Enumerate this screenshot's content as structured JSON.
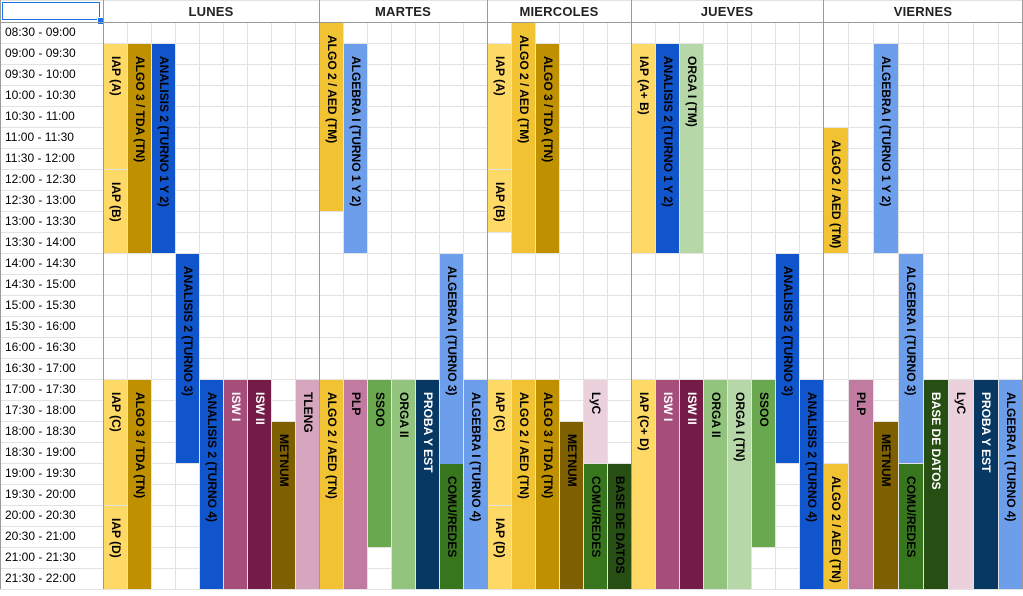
{
  "name_box_value": "",
  "days": [
    {
      "label": "LUNES"
    },
    {
      "label": "MARTES"
    },
    {
      "label": "MIERCOLES"
    },
    {
      "label": "JUEVES"
    },
    {
      "label": "VIERNES"
    }
  ],
  "times": [
    "08:30 - 09:00",
    "09:00 - 09:30",
    "09:30 - 10:00",
    "10:00 - 10:30",
    "10:30 - 11:00",
    "11:00 - 11:30",
    "11:30 - 12:00",
    "12:00 - 12:30",
    "12:30 - 13:00",
    "13:00 - 13:30",
    "13:30 - 14:00",
    "14:00 - 14:30",
    "14:30 - 15:00",
    "15:00 - 15:30",
    "15:30 - 16:00",
    "16:00 - 16:30",
    "16:30 - 17:00",
    "17:00 - 17:30",
    "17:30 - 18:00",
    "18:00 - 18:30",
    "18:30 - 19:00",
    "19:00 - 19:30",
    "19:30 - 20:00",
    "20:00 - 20:30",
    "20:30 - 21:00",
    "21:00 - 21:30",
    "21:30 - 22:00"
  ],
  "colors": {
    "iap": "#ffd966",
    "algo3": "#bf9000",
    "analisis": "#1155cc",
    "algo2": "#f1c232",
    "algebra": "#6d9eeb",
    "orga1": "#b6d7a8",
    "isw1": "#a64d79",
    "isw2": "#741b47",
    "metnum": "#7f6000",
    "tleng": "#d5a6bd",
    "plp": "#c27ba0",
    "sso": "#6aa84f",
    "orga2": "#93c47d",
    "proba": "#073763",
    "comu": "#38761d",
    "lyc": "#ead1dc",
    "bd": "#274e13",
    "text_dark": "#000000",
    "text_light": "#ffffff"
  },
  "blocks": [
    {
      "day": 0,
      "col": 0,
      "start": 1,
      "end": 7,
      "label": "IAP (A)",
      "color": "iap",
      "text": "text_dark"
    },
    {
      "day": 0,
      "col": 0,
      "start": 7,
      "end": 11,
      "label": "IAP (B)",
      "color": "iap",
      "text": "text_dark"
    },
    {
      "day": 0,
      "col": 1,
      "start": 1,
      "end": 11,
      "label": "ALGO 3 / TDA (TN)",
      "color": "algo3",
      "text": "text_dark"
    },
    {
      "day": 0,
      "col": 2,
      "start": 1,
      "end": 11,
      "label": "ANALISIS 2 (TURNO 1 Y 2)",
      "color": "analisis",
      "text": "text_dark"
    },
    {
      "day": 0,
      "col": 3,
      "start": 11,
      "end": 21,
      "label": "ANALISIS 2 (TURNO 3)",
      "color": "analisis",
      "text": "text_dark"
    },
    {
      "day": 0,
      "col": 0,
      "start": 17,
      "end": 23,
      "label": "IAP (C)",
      "color": "iap",
      "text": "text_dark"
    },
    {
      "day": 0,
      "col": 0,
      "start": 23,
      "end": 27,
      "label": "IAP (D)",
      "color": "iap",
      "text": "text_dark"
    },
    {
      "day": 0,
      "col": 1,
      "start": 17,
      "end": 27,
      "label": "ALGO 3 / TDA (TN)",
      "color": "algo3",
      "text": "text_dark"
    },
    {
      "day": 0,
      "col": 4,
      "start": 17,
      "end": 27,
      "label": "ANALISIS 2 (TURNO 4)",
      "color": "analisis",
      "text": "text_dark"
    },
    {
      "day": 0,
      "col": 5,
      "start": 17,
      "end": 27,
      "label": "ISW I",
      "color": "isw1",
      "text": "text_light"
    },
    {
      "day": 0,
      "col": 6,
      "start": 17,
      "end": 27,
      "label": "ISW II",
      "color": "isw2",
      "text": "text_light"
    },
    {
      "day": 0,
      "col": 7,
      "start": 19,
      "end": 27,
      "label": "METNUM",
      "color": "metnum",
      "text": "text_dark"
    },
    {
      "day": 0,
      "col": 8,
      "start": 17,
      "end": 27,
      "label": "TLENG",
      "color": "tleng",
      "text": "text_dark"
    },
    {
      "day": 1,
      "col": 0,
      "start": 0,
      "end": 9,
      "label": "ALGO 2 / AED (TM)",
      "color": "algo2",
      "text": "text_dark"
    },
    {
      "day": 1,
      "col": 1,
      "start": 1,
      "end": 11,
      "label": "ALGEBRA I (TURNO 1 Y 2)",
      "color": "algebra",
      "text": "text_dark"
    },
    {
      "day": 1,
      "col": 5,
      "start": 11,
      "end": 27,
      "label": "ALGEBRA I (TURNO 3)",
      "color": "algebra",
      "text": "text_dark"
    },
    {
      "day": 1,
      "col": 0,
      "start": 17,
      "end": 27,
      "label": "ALGO 2 / AED (TN)",
      "color": "algo2",
      "text": "text_dark"
    },
    {
      "day": 1,
      "col": 1,
      "start": 17,
      "end": 27,
      "label": "PLP",
      "color": "plp",
      "text": "text_dark"
    },
    {
      "day": 1,
      "col": 2,
      "start": 17,
      "end": 25,
      "label": "SSOO",
      "color": "sso",
      "text": "text_dark"
    },
    {
      "day": 1,
      "col": 3,
      "start": 17,
      "end": 27,
      "label": "ORGA II",
      "color": "orga2",
      "text": "text_dark"
    },
    {
      "day": 1,
      "col": 4,
      "start": 17,
      "end": 27,
      "label": "PROBA Y EST",
      "color": "proba",
      "text": "text_light"
    },
    {
      "day": 1,
      "col": 5,
      "start": 21,
      "end": 27,
      "label": "COMU/REDES",
      "color": "comu",
      "text": "text_dark"
    },
    {
      "day": 1,
      "col": 6,
      "start": 17,
      "end": 27,
      "label": "ALGEBRA I (TURNO 4)",
      "color": "algebra",
      "text": "text_dark"
    },
    {
      "day": 2,
      "col": 0,
      "start": 1,
      "end": 7,
      "label": "IAP (A)",
      "color": "iap",
      "text": "text_dark"
    },
    {
      "day": 2,
      "col": 0,
      "start": 7,
      "end": 10,
      "label": "IAP (B)",
      "color": "iap",
      "text": "text_dark"
    },
    {
      "day": 2,
      "col": 1,
      "start": 0,
      "end": 11,
      "label": "ALGO 2 / AED (TM)",
      "color": "algo2",
      "text": "text_dark"
    },
    {
      "day": 2,
      "col": 2,
      "start": 1,
      "end": 11,
      "label": "ALGO 3 / TDA (TN)",
      "color": "algo3",
      "text": "text_dark"
    },
    {
      "day": 2,
      "col": 0,
      "start": 17,
      "end": 23,
      "label": "IAP (C)",
      "color": "iap",
      "text": "text_dark"
    },
    {
      "day": 2,
      "col": 0,
      "start": 23,
      "end": 27,
      "label": "IAP (D)",
      "color": "iap",
      "text": "text_dark"
    },
    {
      "day": 2,
      "col": 1,
      "start": 17,
      "end": 27,
      "label": "ALGO 2 / AED (TN)",
      "color": "algo2",
      "text": "text_dark"
    },
    {
      "day": 2,
      "col": 2,
      "start": 17,
      "end": 27,
      "label": "ALGO 3 / TDA (TN)",
      "color": "algo3",
      "text": "text_dark"
    },
    {
      "day": 2,
      "col": 3,
      "start": 19,
      "end": 27,
      "label": "METNUM",
      "color": "metnum",
      "text": "text_dark"
    },
    {
      "day": 2,
      "col": 4,
      "start": 17,
      "end": 21,
      "label": "LyC",
      "color": "lyc",
      "text": "text_dark"
    },
    {
      "day": 2,
      "col": 4,
      "start": 21,
      "end": 27,
      "label": "COMU/REDES",
      "color": "comu",
      "text": "text_dark"
    },
    {
      "day": 2,
      "col": 5,
      "start": 21,
      "end": 27,
      "label": "BASE DE DATOS",
      "color": "bd",
      "text": "text_dark"
    },
    {
      "day": 3,
      "col": 0,
      "start": 1,
      "end": 11,
      "label": "IAP (A+ B)",
      "color": "iap",
      "text": "text_dark"
    },
    {
      "day": 3,
      "col": 1,
      "start": 1,
      "end": 11,
      "label": "ANALISIS 2 (TURNO 1 Y 2)",
      "color": "analisis",
      "text": "text_dark"
    },
    {
      "day": 3,
      "col": 2,
      "start": 1,
      "end": 11,
      "label": "ORGA I (TM)",
      "color": "orga1",
      "text": "text_dark"
    },
    {
      "day": 3,
      "col": 6,
      "start": 11,
      "end": 21,
      "label": "ANALISIS 2 (TURNO 3)",
      "color": "analisis",
      "text": "text_dark"
    },
    {
      "day": 3,
      "col": 0,
      "start": 17,
      "end": 27,
      "label": "IAP (C+ D)",
      "color": "iap",
      "text": "text_dark"
    },
    {
      "day": 3,
      "col": 1,
      "start": 17,
      "end": 27,
      "label": "ISW I",
      "color": "isw1",
      "text": "text_light"
    },
    {
      "day": 3,
      "col": 2,
      "start": 17,
      "end": 27,
      "label": "ISW II",
      "color": "isw2",
      "text": "text_light"
    },
    {
      "day": 3,
      "col": 3,
      "start": 17,
      "end": 27,
      "label": "ORGA II",
      "color": "orga2",
      "text": "text_dark"
    },
    {
      "day": 3,
      "col": 4,
      "start": 17,
      "end": 27,
      "label": "ORGA I (TN)",
      "color": "orga1",
      "text": "text_dark"
    },
    {
      "day": 3,
      "col": 5,
      "start": 17,
      "end": 25,
      "label": "SSOO",
      "color": "sso",
      "text": "text_dark"
    },
    {
      "day": 3,
      "col": 7,
      "start": 17,
      "end": 27,
      "label": "ANALISIS 2 (TURNO 4)",
      "color": "analisis",
      "text": "text_dark"
    },
    {
      "day": 4,
      "col": 0,
      "start": 5,
      "end": 11,
      "label": "ALGO 2 / AED (TM)",
      "color": "algo2",
      "text": "text_dark"
    },
    {
      "day": 4,
      "col": 2,
      "start": 1,
      "end": 11,
      "label": "ALGEBRA I (TURNO 1 Y 2)",
      "color": "algebra",
      "text": "text_dark"
    },
    {
      "day": 4,
      "col": 3,
      "start": 11,
      "end": 21,
      "label": "ALGEBRA I (TURNO 3)",
      "color": "algebra",
      "text": "text_dark"
    },
    {
      "day": 4,
      "col": 0,
      "start": 21,
      "end": 27,
      "label": "ALGO 2 / AED (TN)",
      "color": "algo2",
      "text": "text_dark"
    },
    {
      "day": 4,
      "col": 1,
      "start": 17,
      "end": 27,
      "label": "PLP",
      "color": "plp",
      "text": "text_dark"
    },
    {
      "day": 4,
      "col": 2,
      "start": 19,
      "end": 27,
      "label": "METNUM",
      "color": "metnum",
      "text": "text_dark"
    },
    {
      "day": 4,
      "col": 3,
      "start": 21,
      "end": 27,
      "label": "COMU/REDES",
      "color": "comu",
      "text": "text_dark"
    },
    {
      "day": 4,
      "col": 4,
      "start": 17,
      "end": 27,
      "label": "BASE DE DATOS",
      "color": "bd",
      "text": "text_light"
    },
    {
      "day": 4,
      "col": 5,
      "start": 17,
      "end": 27,
      "label": "LyC",
      "color": "lyc",
      "text": "text_dark"
    },
    {
      "day": 4,
      "col": 6,
      "start": 17,
      "end": 27,
      "label": "PROBA Y EST",
      "color": "proba",
      "text": "text_light"
    },
    {
      "day": 4,
      "col": 7,
      "start": 17,
      "end": 27,
      "label": "ALGEBRA I (TURNO 4)",
      "color": "algebra",
      "text": "text_dark"
    }
  ]
}
